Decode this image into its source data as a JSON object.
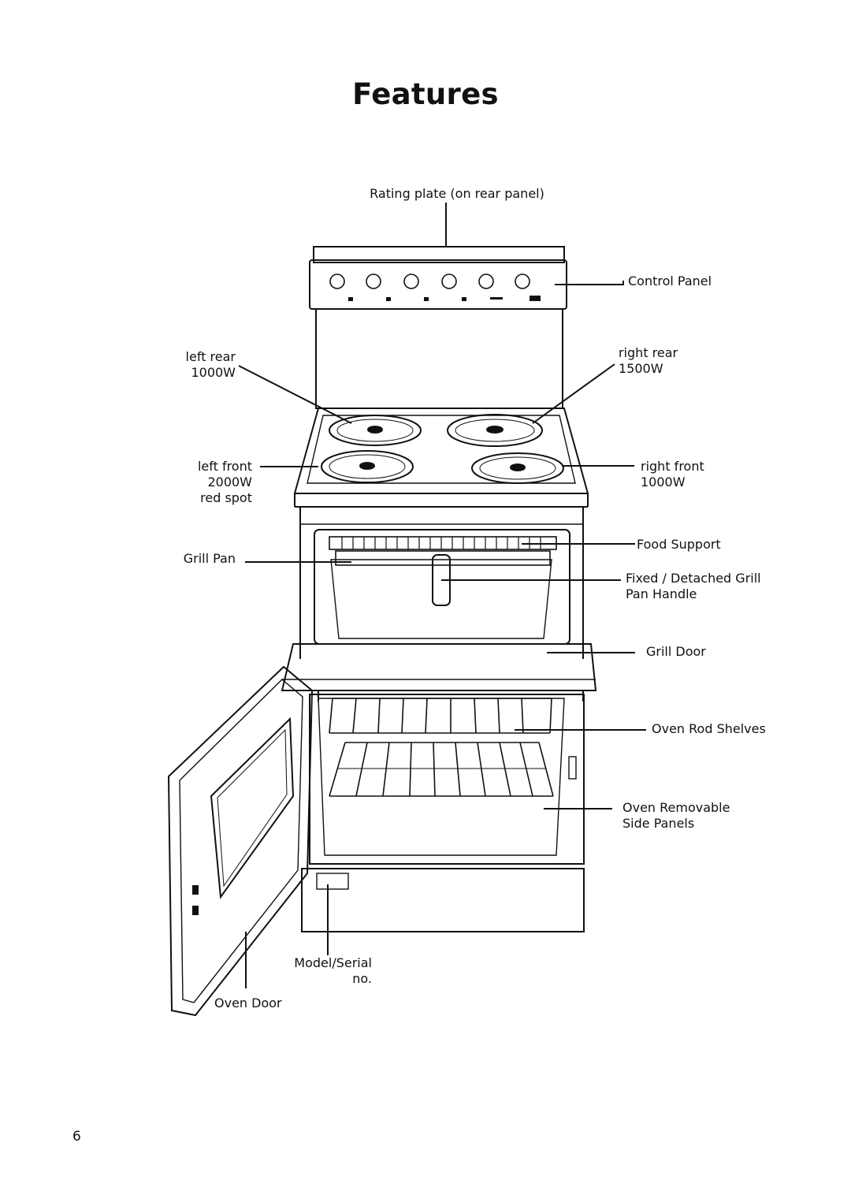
{
  "page": {
    "title": "Features",
    "page_number": "6"
  },
  "labels": {
    "rating_plate": "Rating plate (on rear panel)",
    "control_panel": "Control Panel",
    "left_rear": [
      "left rear",
      "1000W"
    ],
    "right_rear": [
      "right rear",
      "1500W"
    ],
    "left_front": [
      "left front",
      "2000W",
      "red spot"
    ],
    "right_front": [
      "right front",
      "1000W"
    ],
    "grill_pan": "Grill Pan",
    "food_support": "Food Support",
    "grill_handle": [
      "Fixed / Detached Grill",
      "Pan Handle"
    ],
    "grill_door": "Grill Door",
    "oven_rod_shelves": "Oven Rod Shelves",
    "oven_side_panels": [
      "Oven Removable",
      "Side Panels"
    ],
    "model_serial": [
      "Model/Serial",
      "no."
    ],
    "oven_door": "Oven Door"
  }
}
